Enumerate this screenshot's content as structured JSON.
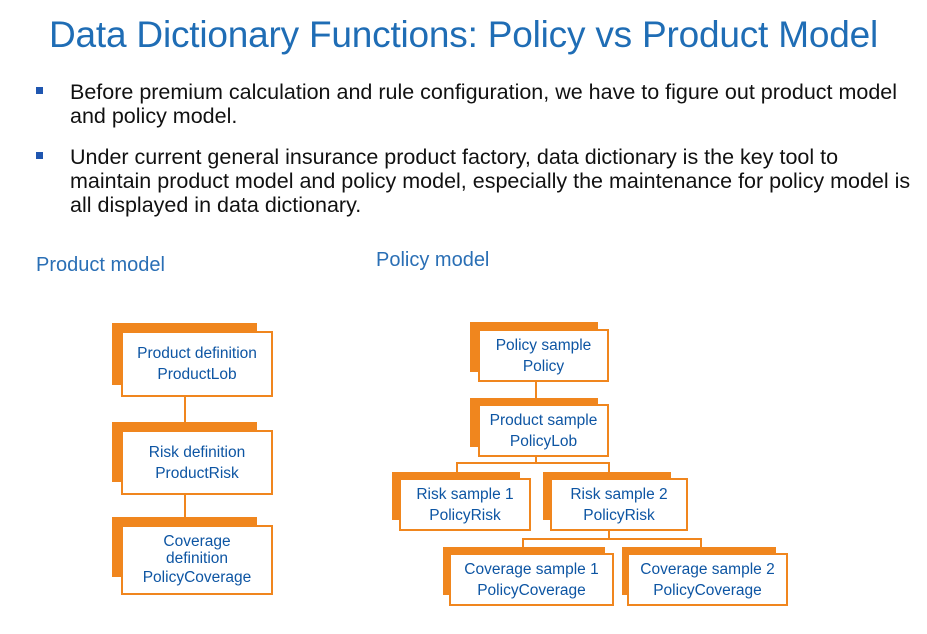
{
  "title": "Data Dictionary Functions: Policy vs Product Model",
  "bullets": [
    "Before premium calculation and rule configuration, we have to figure out product model and policy model.",
    "Under current general insurance product factory, data dictionary is the key tool to maintain product model and policy model, especially the maintenance for policy model is all displayed in data dictionary."
  ],
  "product_model": {
    "label": "Product model",
    "nodes": [
      {
        "line1": "Product definition",
        "line2": "ProductLob"
      },
      {
        "line1": "Risk definition",
        "line2": "ProductRisk"
      },
      {
        "line1": "Coverage definition",
        "line2": "PolicyCoverage"
      }
    ]
  },
  "policy_model": {
    "label": "Policy model",
    "nodes": [
      {
        "line1": "Policy sample",
        "line2": "Policy"
      },
      {
        "line1": "Product sample",
        "line2": "PolicyLob"
      },
      {
        "line1": "Risk sample 1",
        "line2": "PolicyRisk"
      },
      {
        "line1": "Risk sample 2",
        "line2": "PolicyRisk"
      },
      {
        "line1": "Coverage sample 1",
        "line2": "PolicyCoverage"
      },
      {
        "line1": "Coverage sample 2",
        "line2": "PolicyCoverage"
      }
    ]
  },
  "colors": {
    "title": "#1f6db5",
    "node_border": "#f0861e",
    "node_text": "#0d55a3",
    "bullet": "#1f56b0"
  }
}
